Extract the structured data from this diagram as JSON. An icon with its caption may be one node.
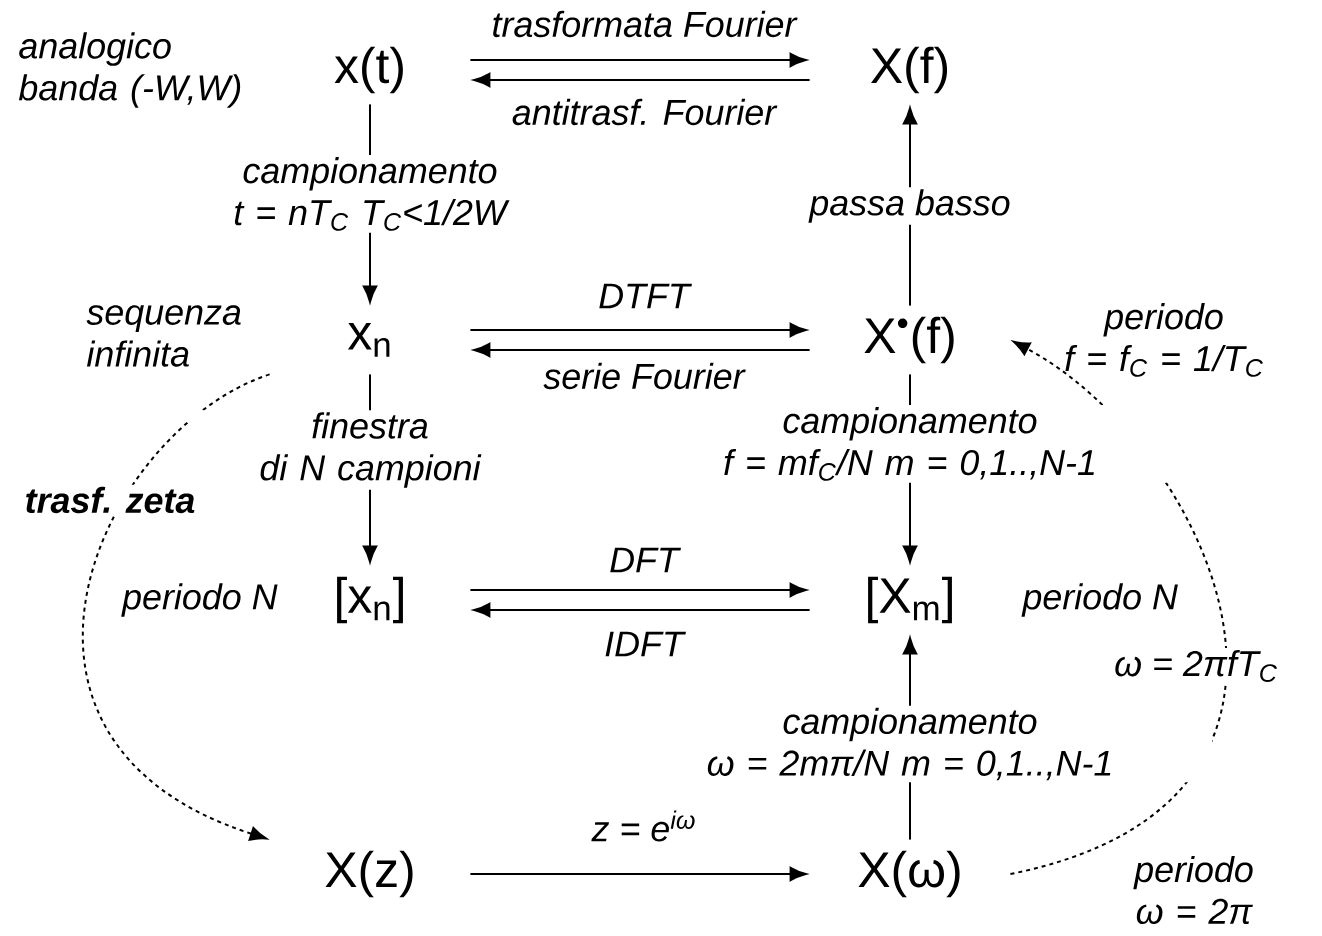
{
  "diagram": {
    "nodes": [
      {
        "text": [
          "x(t)"
        ],
        "beside": [
          "analogico banda (-W,W)"
        ]
      },
      {
        "text": [
          "X(f)"
        ]
      },
      {
        "text": [
          "x$_{n}$"
        ],
        "beside": [
          "sequenza infinita"
        ]
      },
      {
        "text": [
          "X$^{•}$(f)"
        ],
        "beside": [
          "periodo f = f$_{C}$ = 1/T$_{C}$"
        ]
      },
      {
        "text": [
          "[x$_{n}$]"
        ],
        "beside": [
          "periodo N"
        ]
      },
      {
        "text": [
          "[X$_{m}$]"
        ],
        "beside": [
          "periodo N"
        ]
      },
      {
        "text": [
          "X(z)"
        ]
      },
      {
        "text": [
          "X(ω)"
        ]
      }
    ],
    "edges": [
      {
        "from": 0,
        "to": 1,
        "arrow": "to",
        "label": "trasformata Fourier"
      },
      {
        "from": 1,
        "to": 0,
        "arrow": "to",
        "label": "antitrasf. Fourier"
      },
      {
        "from": 0,
        "to": 2,
        "arrow": "to",
        "label": "campionamento t = nT$_{C}$ T$_{C}$<1/2W"
      },
      {
        "from": 3,
        "to": 1,
        "arrow": "to",
        "label": "passa basso"
      },
      {
        "from": 2,
        "to": 3,
        "arrow": "to",
        "label": "DTFT"
      },
      {
        "from": 3,
        "to": 2,
        "arrow": "to",
        "label": "serie Fourier"
      },
      {
        "from": 2,
        "to": 4,
        "arrow": "to",
        "label": "finestra di N campioni"
      },
      {
        "from": 3,
        "to": 5,
        "arrow": "to",
        "label": "campionamento f = mf$_{C}$/N m = 0,1..,N-1"
      },
      {
        "from": 4,
        "to": 5,
        "arrow": "to",
        "label": "DFT"
      },
      {
        "from": 5,
        "to": 4,
        "arrow": "to",
        "label": "IDFT"
      },
      {
        "from": 7,
        "to": 5,
        "arrow": "to",
        "label": "campionamento ω = 2mπ/N m = 0,1..,N-1"
      },
      {
        "from": 2,
        "to": 6,
        "arrow": "to",
        "label": "trasf. zeta",
        "style": "dashed"
      },
      {
        "from": 6,
        "to": 7,
        "arrow": "to",
        "label": "z = e$^{iω}$"
      },
      {
        "from": 7,
        "to": 3,
        "arrow": "to",
        "label": "ω = 2πfT$_{C}$",
        "style": "dashed"
      }
    ],
    "labels": [
      "periodo ω = 2π"
    ]
  }
}
